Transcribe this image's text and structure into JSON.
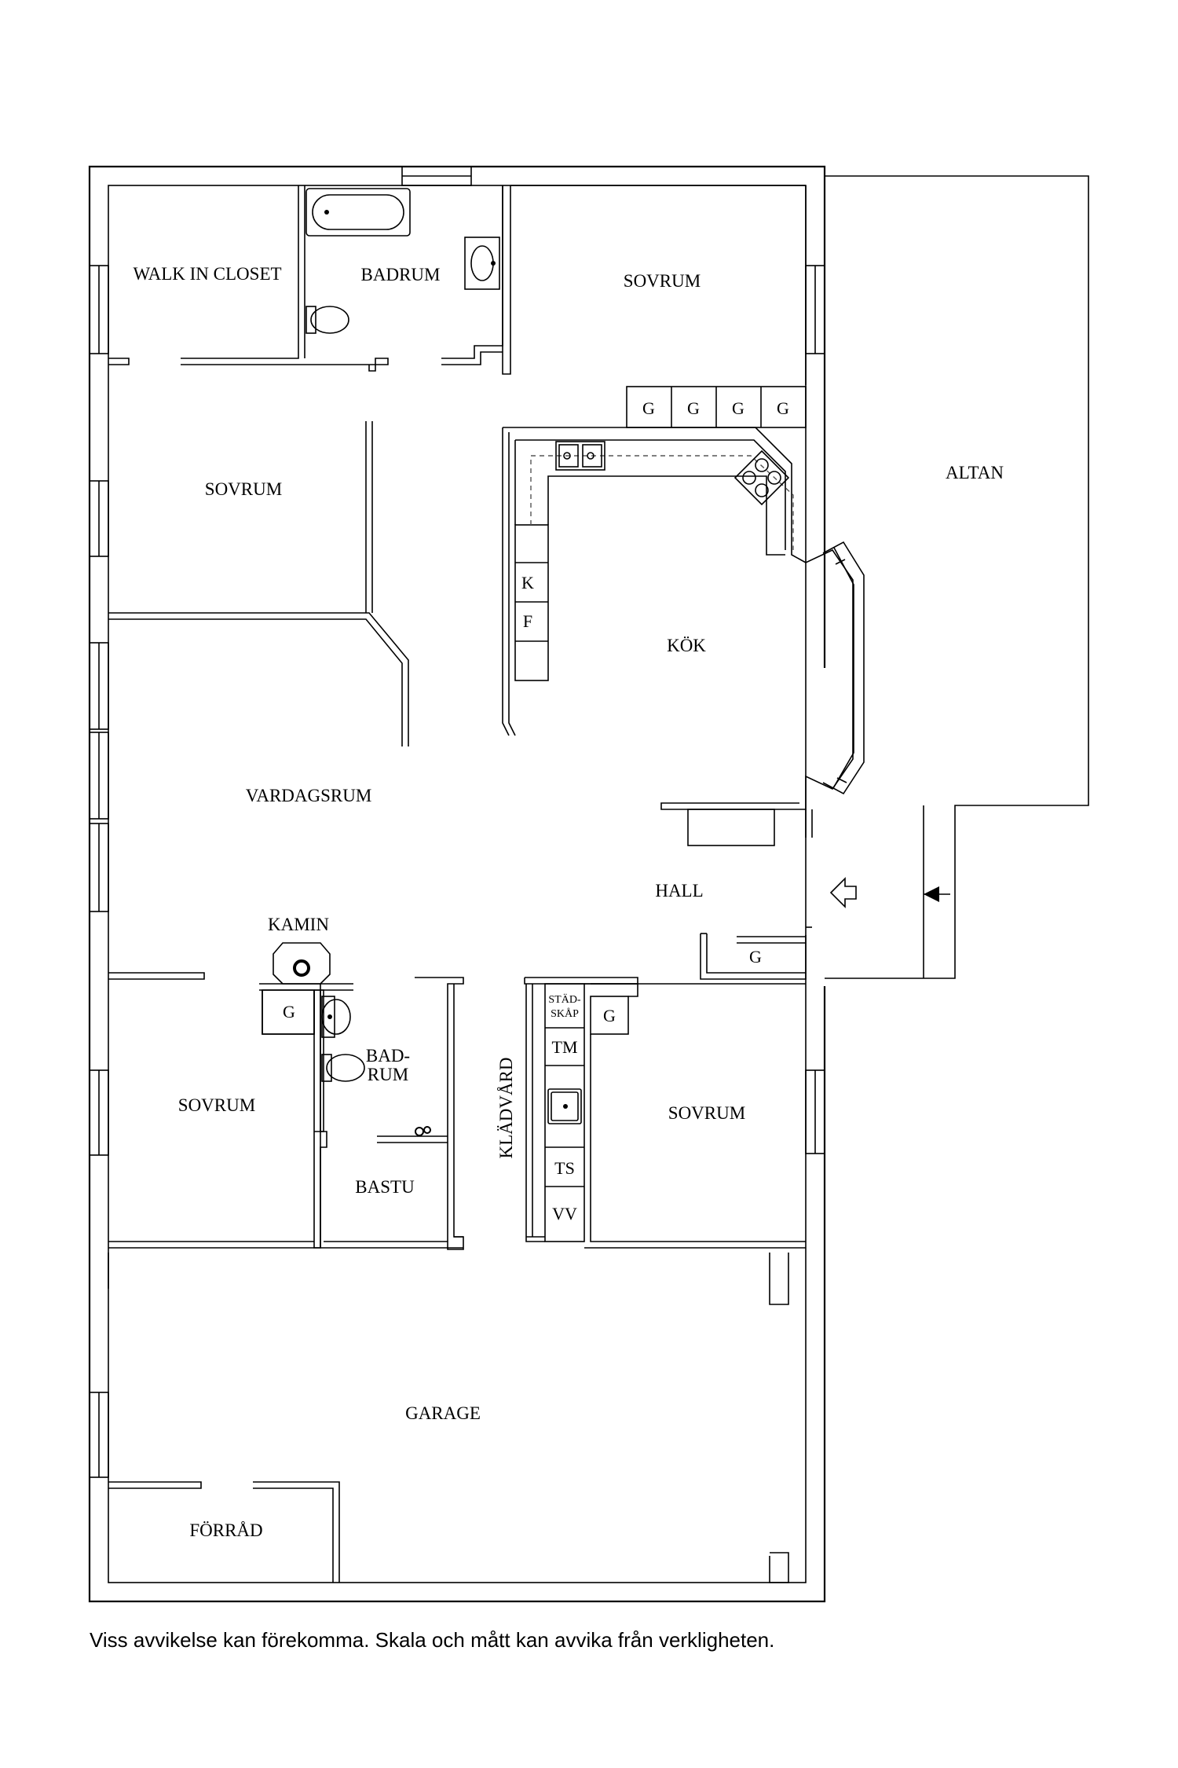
{
  "rooms": {
    "walk_in_closet": "WALK IN CLOSET",
    "badrum": "BADRUM",
    "sovrum_top_right": "SOVRUM",
    "sovrum_left": "SOVRUM",
    "altan": "ALTAN",
    "kok": "KÖK",
    "vardagsrum": "VARDAGSRUM",
    "hall": "HALL",
    "kamin": "KAMIN",
    "bad_rum_line1": "BAD-",
    "bad_rum_line2": "RUM",
    "sovrum_bottom_left": "SOVRUM",
    "sovrum_bottom_right": "SOVRUM",
    "bastu": "BASTU",
    "kladvard": "KLÄDVÅRD",
    "garage": "GARAGE",
    "forrad": "FÖRRÅD"
  },
  "fixtures": {
    "wardrobe_g1": "G",
    "wardrobe_g2": "G",
    "wardrobe_g3": "G",
    "wardrobe_g4": "G",
    "kitchen_k": "K",
    "kitchen_f": "F",
    "hall_g": "G",
    "bad_g": "G",
    "laundry_g": "G",
    "stadskap_line1": "STÄD-",
    "stadskap_line2": "SKÅP",
    "tm": "TM",
    "ts": "TS",
    "vv": "VV"
  },
  "disclaimer": "Viss avvikelse kan förekomma. Skala och mått kan avvika från verkligheten."
}
